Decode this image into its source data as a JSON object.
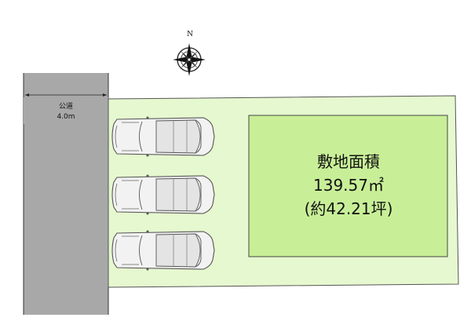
{
  "compass": {
    "north_label": "N"
  },
  "road": {
    "label": "公道",
    "width": "4.0m"
  },
  "lot": {
    "title": "敷地面積",
    "area_m2": "139.57㎡",
    "area_tsubo": "(約42.21坪)"
  },
  "parking": {
    "car_count": 3
  },
  "colors": {
    "road": "#a8a8a8",
    "lot": "#e6f8cf",
    "building": "#c8ef98",
    "outline": "#444444",
    "car_body": "#f2f2f2",
    "car_line": "#555555"
  }
}
